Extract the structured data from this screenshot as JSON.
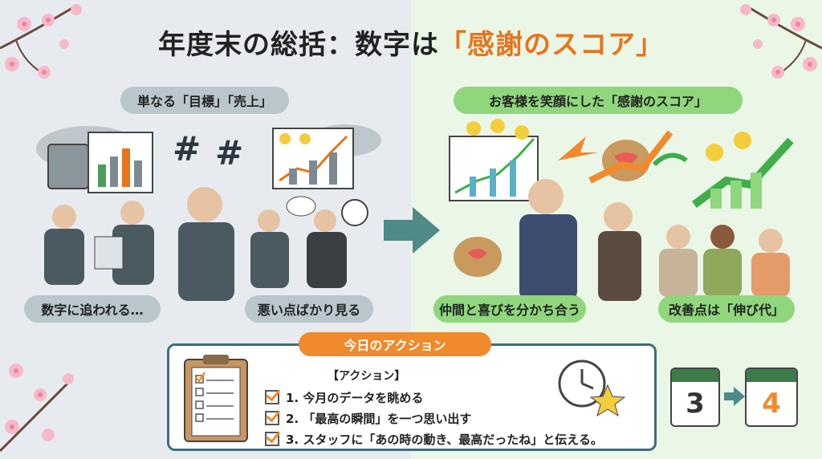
{
  "title": {
    "main": "年度末の総括：数字は",
    "accent": "「感謝のスコア」"
  },
  "left": {
    "header": "単なる「目標」「売上」",
    "label_1": "数字に追われる…",
    "label_2": "悪い点ばかり見る"
  },
  "right": {
    "header": "お客様を笑顔にした「感謝のスコア」",
    "label_1": "仲間と喜びを分かち合う",
    "label_2": "改善点は「伸び代」"
  },
  "action": {
    "tag": "今日のアクション",
    "header": "【アクション】",
    "items": [
      "1. 今月のデータを眺める",
      "2. 「最高の瞬間」を一つ思い出す",
      "3. スタッフに「あの時の動き、最高だったね」と伝える。"
    ]
  },
  "calendar": {
    "from": "3",
    "to": "4"
  },
  "colors": {
    "accent": "#e8741c",
    "green": "#8fd67c",
    "gray": "#b9c6cc",
    "teal": "#3c6f78"
  }
}
